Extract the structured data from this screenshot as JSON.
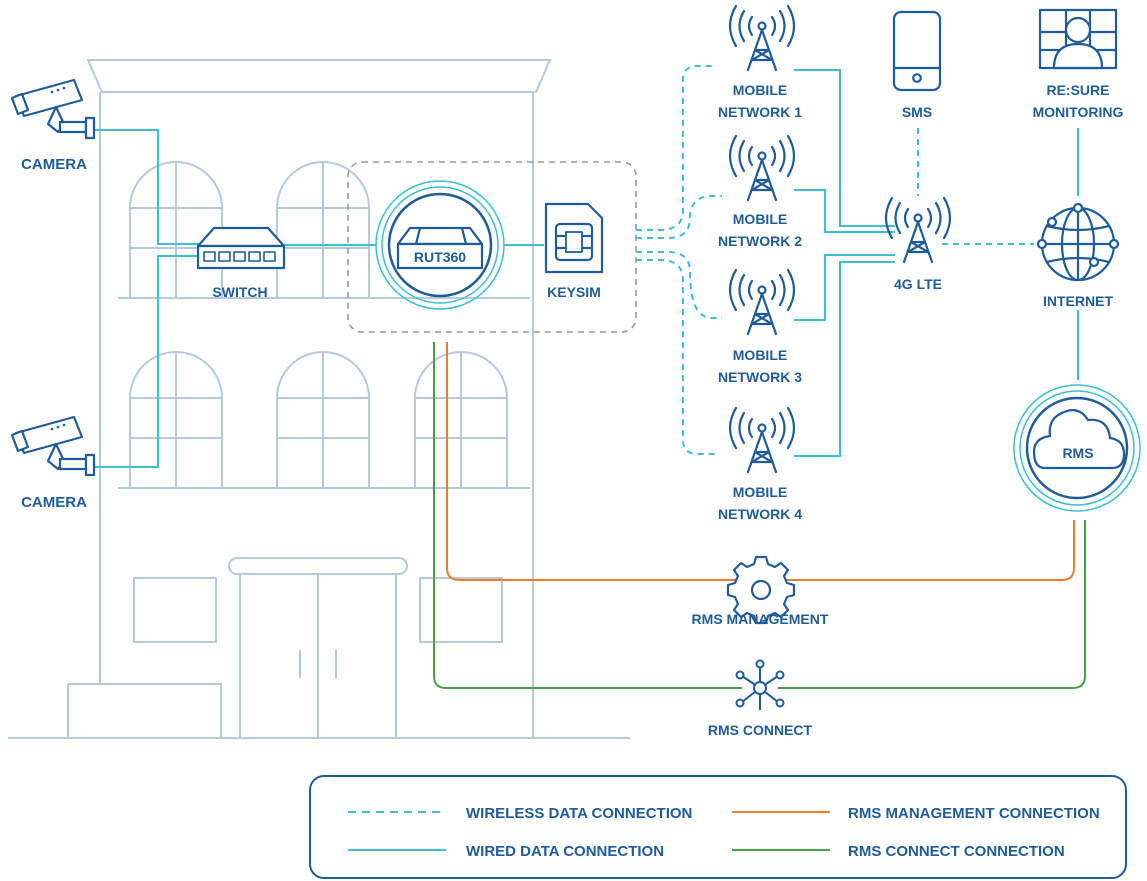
{
  "colors": {
    "building": "#b8c9dc",
    "device": "#1f5c99",
    "wired": "#3cbfcf",
    "wireless": "#3cbfcf",
    "management": "#ec7c30",
    "connect": "#46a046",
    "group_border": "#9a9a9a",
    "label": "#1f5c99"
  },
  "nodes": {
    "camera_top": "CAMERA",
    "camera_bottom": "CAMERA",
    "switch": "SWITCH",
    "router": "RUT360",
    "keysim": "KEYSIM",
    "mobile1": [
      "MOBILE",
      "NETWORK 1"
    ],
    "mobile2": [
      "MOBILE",
      "NETWORK 2"
    ],
    "mobile3": [
      "MOBILE",
      "NETWORK 3"
    ],
    "mobile4": [
      "MOBILE",
      "NETWORK 4"
    ],
    "sms": "SMS",
    "lte": "4G LTE",
    "resure": [
      "RE:SURE",
      "MONITORING"
    ],
    "internet": "INTERNET",
    "rms": "RMS",
    "rms_management": "RMS MANAGEMENT",
    "rms_connect": "RMS CONNECT"
  },
  "icons": {
    "camera": "cctv-camera-icon",
    "switch": "network-switch-icon",
    "router": "router-icon",
    "keysim": "sim-card-icon",
    "tower": "cell-tower-icon",
    "sms": "smartphone-icon",
    "resure": "monitoring-user-icon",
    "internet": "globe-icon",
    "rms": "cloud-icon",
    "management": "gear-icon",
    "connect": "hub-icon"
  },
  "legend": {
    "wireless": "WIRELESS DATA CONNECTION",
    "wired": "WIRED DATA CONNECTION",
    "management": "RMS MANAGEMENT CONNECTION",
    "connect": "RMS CONNECT CONNECTION"
  }
}
